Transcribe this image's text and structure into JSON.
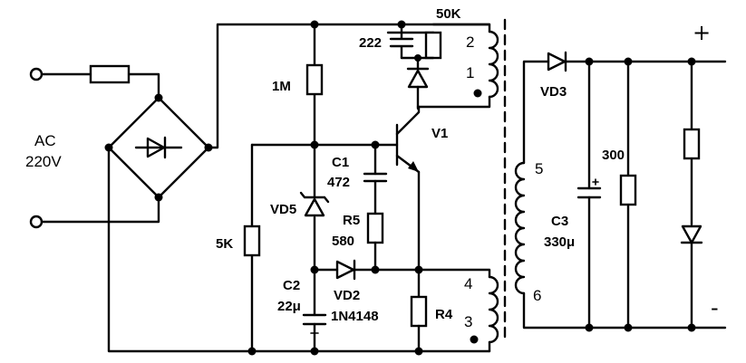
{
  "labels": {
    "ac": "AC",
    "voltage": "220V",
    "r_1m": "1M",
    "r_50k": "50K",
    "c_222": "222",
    "transistor": "V1",
    "c1": "C1",
    "c1_val": "472",
    "r5": "R5",
    "r5_val": "580",
    "vd5": "VD5",
    "r_5k": "5K",
    "c2": "C2",
    "c2_val": "22μ",
    "vd2": "VD2",
    "vd2_val": "1N4148",
    "r4": "R4",
    "pin1": "1",
    "pin2": "2",
    "pin3": "3",
    "pin4": "4",
    "pin5": "5",
    "pin6": "6",
    "vd3": "VD3",
    "r_300": "300",
    "c3": "C3",
    "c3_val": "330μ",
    "plus": "+",
    "minus": "-"
  }
}
